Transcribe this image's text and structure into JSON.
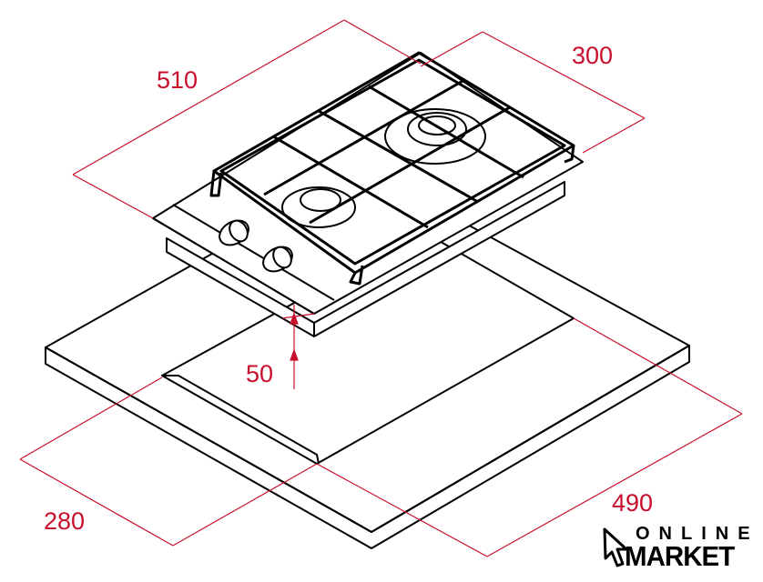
{
  "dimensions": {
    "hob_width": "510",
    "hob_depth": "300",
    "hob_height": "50",
    "cutout_depth": "280",
    "cutout_width": "490"
  },
  "logo": {
    "line1": "ONLINE",
    "line2": "MARKET"
  },
  "colors": {
    "dimension": "#c8102e",
    "drawing": "#000000"
  }
}
